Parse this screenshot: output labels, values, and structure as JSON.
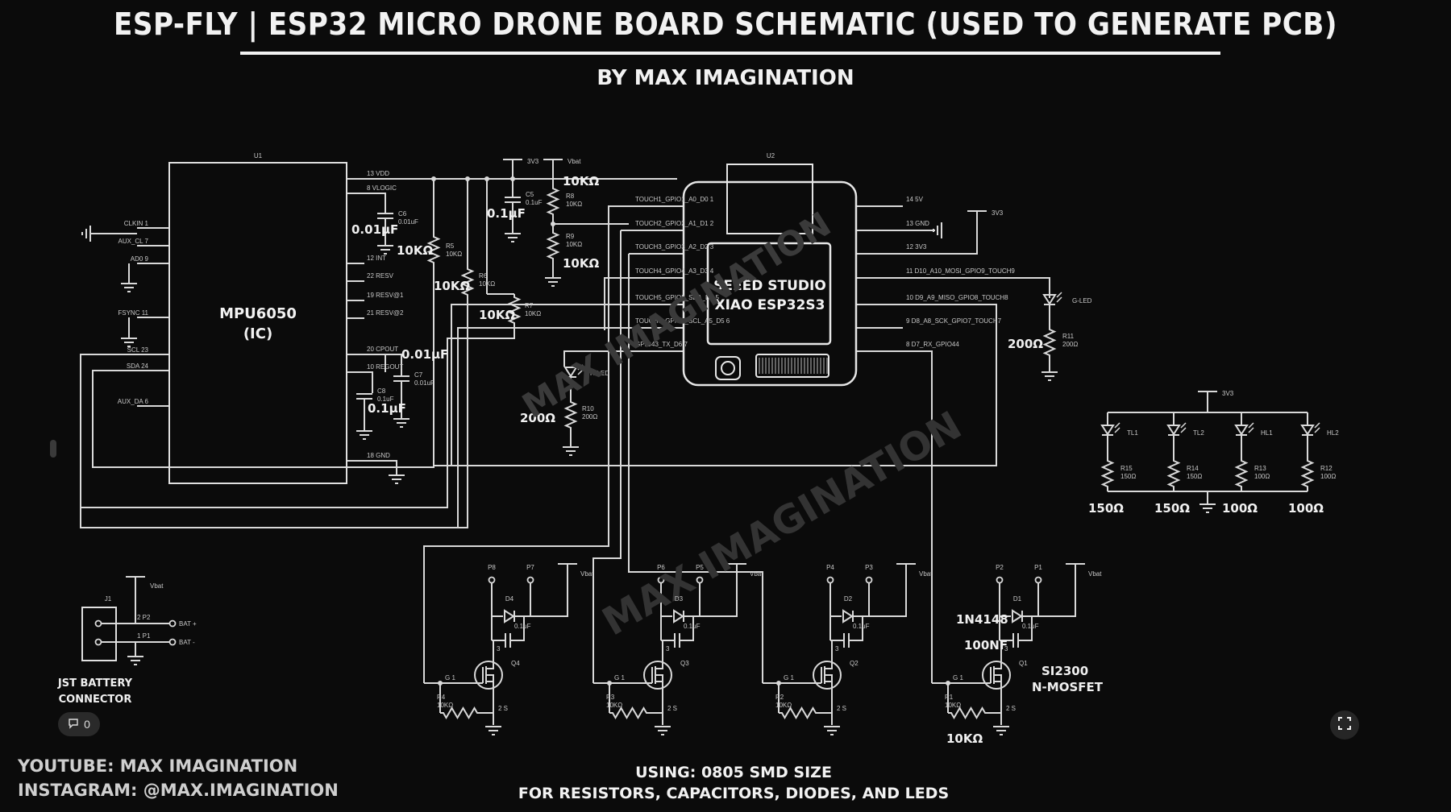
{
  "title": "ESP-FLY | ESP32 MICRO DRONE BOARD SCHEMATIC (USED TO GENERATE PCB)",
  "subtitle": "BY MAX IMAGINATION",
  "footer": {
    "youtube": "YOUTUBE: MAX IMAGINATION",
    "instagram": "INSTAGRAM: @MAX.IMAGINATION",
    "note_line1": "USING: 0805 SMD SIZE",
    "note_line2": "FOR RESISTORS, CAPACITORS, DIODES, AND LEDS"
  },
  "watermark": "MAX IMAGINATION",
  "comment_count": "0",
  "icons": {
    "comment": "comment-icon",
    "expand": "expand-icon"
  },
  "mpu": {
    "ref": "U1",
    "name1": "MPU6050",
    "name2": "(IC)",
    "left_pins": [
      "CLKIN 1",
      "AUX_CL 7",
      "AD0 9",
      "FSYNC 11",
      "SCL 23",
      "SDA 24",
      "AUX_DA 6"
    ],
    "right_pins": [
      "13 VDD",
      "8 VLOGIC",
      "12 INT",
      "22 RESV",
      "19 RESV@1",
      "21 RESV@2",
      "20 CPOUT",
      "10 REGOUT",
      "18 GND"
    ]
  },
  "xiao": {
    "ref": "U2",
    "name1": "SEEED STUDIO",
    "name2": "XIAO ESP32S3",
    "left_pins": [
      "TOUCH1_GPIO1_A0_D0 1",
      "TOUCH2_GPIO2_A1_D1 2",
      "TOUCH3_GPIO3_A2_D2 3",
      "TOUCH4_GPIO4_A3_D3 4",
      "TOUCH5_GPIO5_SDA_D4 5",
      "TOUCH6_GPIO6_SCL_A5_D5 6",
      "GPIO43_TX_D6 7"
    ],
    "right_pins": [
      "14 5V",
      "13 GND",
      "12 3V3",
      "11 D10_A10_MOSI_GPIO9_TOUCH9",
      "10 D9_A9_MISO_GPIO8_TOUCH8",
      "9 D8_A8_SCK_GPIO7_TOUCH7",
      "8 D7_RX_GPIO44"
    ]
  },
  "rails": {
    "v33": "3V3",
    "vbat": "Vbat"
  },
  "caps": {
    "c6": {
      "ref": "C6",
      "val": "0.01uF",
      "big": "0.01µF"
    },
    "c5": {
      "ref": "C5",
      "val": "0.1uF",
      "big": "0.1µF"
    },
    "c7": {
      "ref": "C7",
      "val": "0.01uF",
      "big": "0.01µF"
    },
    "c8": {
      "ref": "C8",
      "val": "0.1uF",
      "big": "0.1µF"
    }
  },
  "pullups": {
    "r5": {
      "ref": "R5",
      "val": "10KΩ",
      "big": "10KΩ"
    },
    "r6": {
      "ref": "R6",
      "val": "10KΩ",
      "big": "10KΩ"
    },
    "r7": {
      "ref": "R7",
      "val": "10KΩ",
      "big": "10KΩ"
    },
    "r8": {
      "ref": "R8",
      "val": "10KΩ",
      "big": "10KΩ"
    },
    "r9": {
      "ref": "R9",
      "val": "10KΩ",
      "big": "10KΩ"
    }
  },
  "status_leds": {
    "gled": {
      "ref": "G-LED",
      "r_ref": "R11",
      "r_val": "200Ω",
      "big": "200Ω"
    },
    "rled": {
      "ref": "R-LED",
      "r_ref": "R10",
      "r_val": "200Ω",
      "big": "200Ω"
    }
  },
  "nav_leds": [
    {
      "led": "TL1",
      "r_ref": "R15",
      "r_val": "150Ω",
      "big": "150Ω"
    },
    {
      "led": "TL2",
      "r_ref": "R14",
      "r_val": "150Ω",
      "big": "150Ω"
    },
    {
      "led": "HL1",
      "r_ref": "R13",
      "r_val": "100Ω",
      "big": "100Ω"
    },
    {
      "led": "HL2",
      "r_ref": "R12",
      "r_val": "100Ω",
      "big": "100Ω"
    }
  ],
  "motor_drivers": [
    {
      "pa": "P8",
      "pb": "P7",
      "d": "D4",
      "q": "Q4",
      "r": "R4",
      "rv": "10KΩ",
      "cv": "0.1uF"
    },
    {
      "pa": "P6",
      "pb": "P5",
      "d": "D3",
      "q": "Q3",
      "r": "R3",
      "rv": "10KΩ",
      "cv": "0.1uF"
    },
    {
      "pa": "P4",
      "pb": "P3",
      "d": "D2",
      "q": "Q2",
      "r": "R2",
      "rv": "10KΩ",
      "cv": "0.1uF"
    },
    {
      "pa": "P2",
      "pb": "P1",
      "d": "D1",
      "q": "Q1",
      "r": "R1",
      "rv": "10KΩ",
      "cv": "0.1uF"
    }
  ],
  "driver_pins": {
    "gate": "G 1",
    "source": "2 S",
    "drain": "3"
  },
  "driver_callouts": {
    "diode": "1N4148",
    "cap": "100NF",
    "mosfet1": "SI2300",
    "mosfet2": "N-MOSFET",
    "res": "10KΩ"
  },
  "battery": {
    "ref": "J1",
    "p2": "2 P2",
    "p1": "1 P1",
    "pos": "BAT +",
    "neg": "BAT -",
    "label1": "JST BATTERY",
    "label2": "CONNECTOR"
  }
}
